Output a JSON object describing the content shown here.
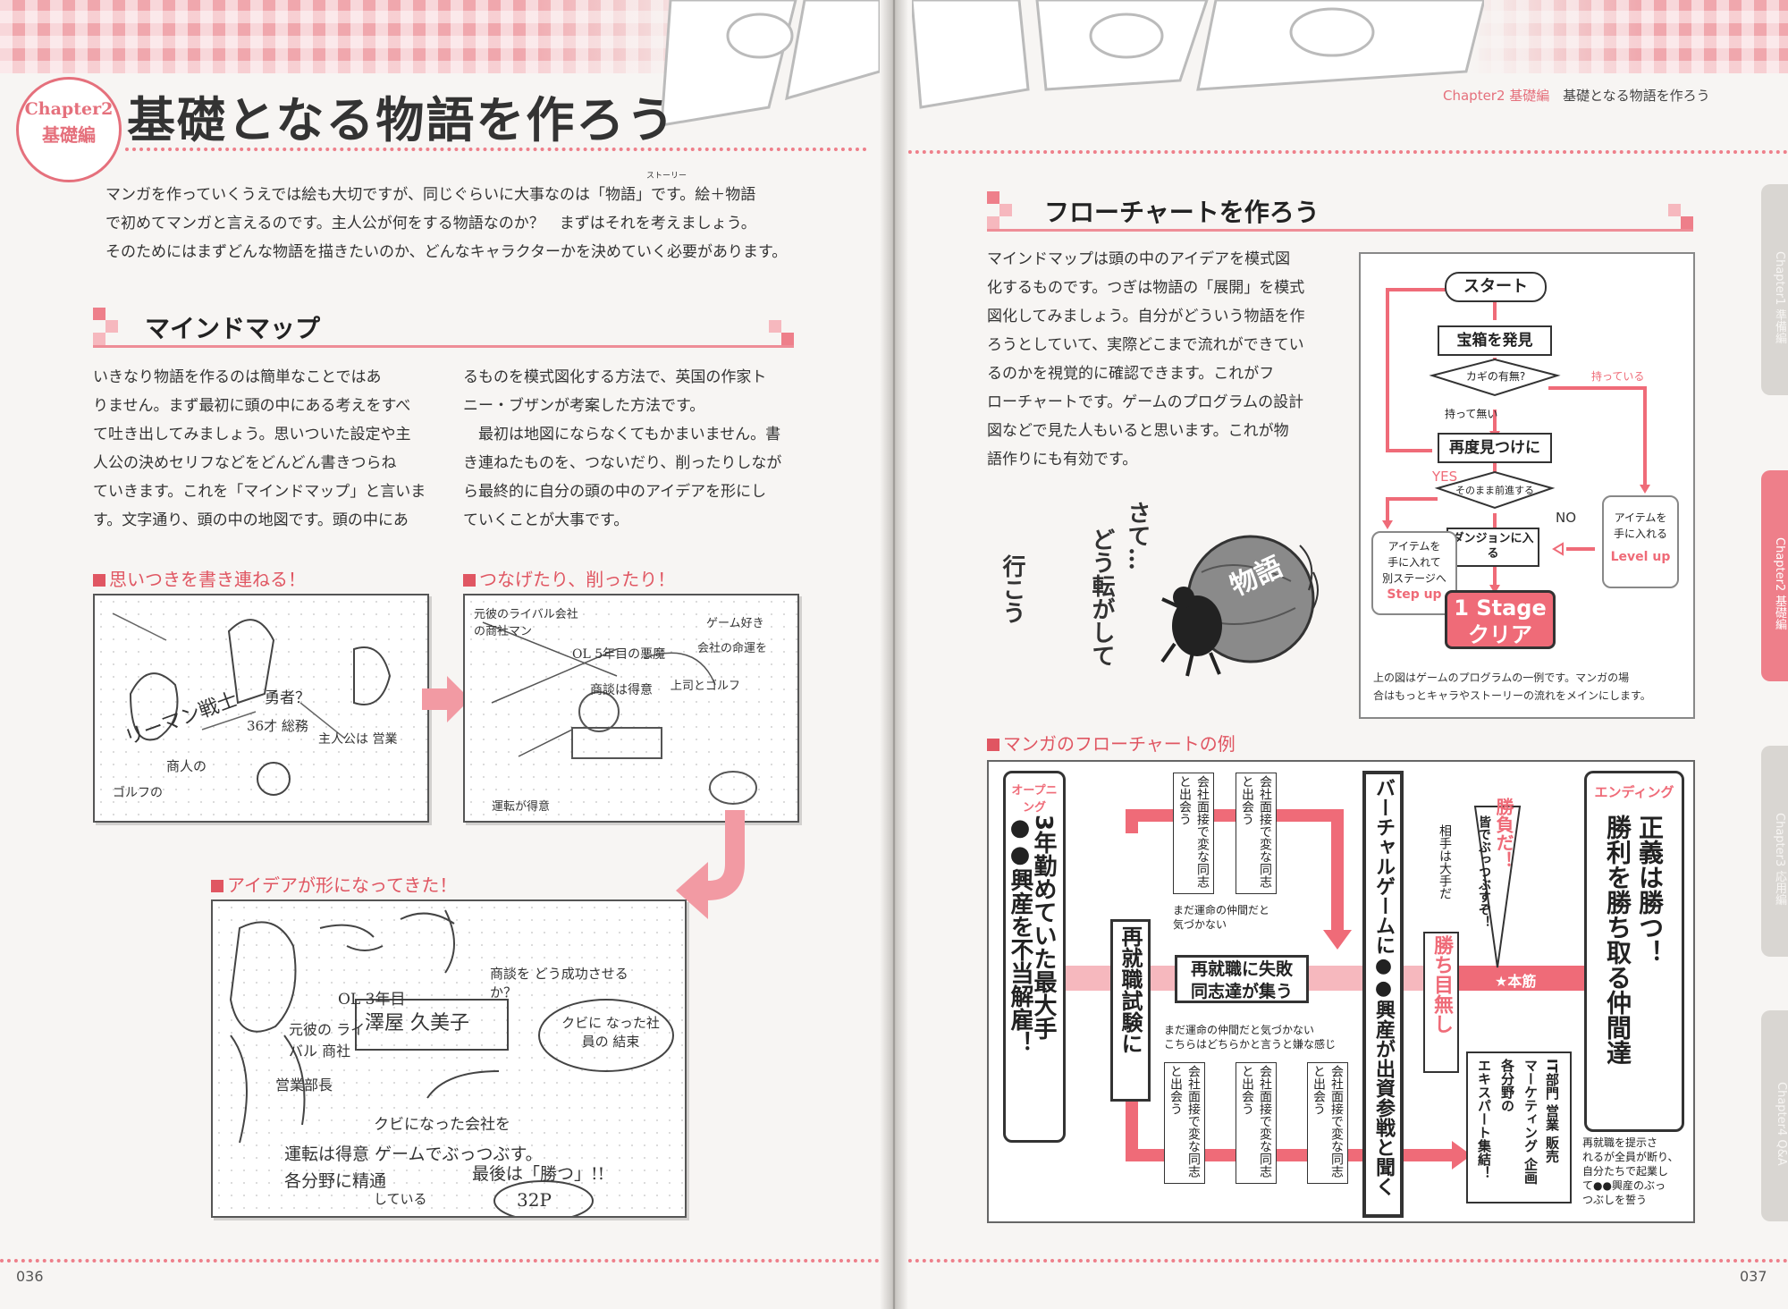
{
  "left": {
    "chapter_badge": {
      "line1": "Chapter2",
      "line2": "基礎編"
    },
    "title": "基礎となる物語を作ろう",
    "intro": [
      "マンガを作っていくうえでは絵も大切ですが、同じぐらいに大事なのは「物語」です。絵＋物語",
      "で初めてマンガと言えるのです。主人公が何をする物語なのか？　まずはそれを考えましょう。",
      "そのためにはまずどんな物語を描きたいのか、どんなキャラクターかを決めていく必要があります。"
    ],
    "ruby_story": "ストーリー",
    "section_title": "マインドマップ",
    "col1": [
      "いきなり物語を作るのは簡単なことではあ",
      "りません。まず最初に頭の中にある考えをすべ",
      "て吐き出してみましょう。思いついた設定や主",
      "人公の決めセリフなどをどんどん書きつらね",
      "ていきます。これを「マインドマップ」と言いま",
      "す。文字通り、頭の中の地図です。頭の中にあ"
    ],
    "col2": [
      "るものを模式図化する方法で、英国の作家ト",
      "ニー・ブザンが考案した方法です。",
      "　最初は地図にならなくてもかまいません。書",
      "き連ねたものを、つないだり、削ったりしなが",
      "ら最終的に自分の頭の中のアイデアを形にし",
      "ていくことが大事です。"
    ],
    "sub1": "思いつきを書き連ねる！",
    "sub2": "つなげたり、削ったり！",
    "sub3": "アイデアが形になってきた！",
    "sketch1": [
      "リーマン戦士",
      "勇者？",
      "36才 総務",
      "商人の",
      "主人公は 営業",
      "ゴルフの"
    ],
    "sketch2": [
      "元彼のライバル会社の商社マン",
      "OL 5年目の悪魔",
      "商談は得意",
      "ゲーム好き",
      "会社の命運を",
      "上司とゴルフ",
      "運転が得意"
    ],
    "sketch3": [
      "OL 3年目",
      "商談を どう成功させるか？",
      "元彼の ライバル 商社",
      "澤屋 久美子",
      "クビに なった社員の 結束",
      "営業部長",
      "クビになった会社を",
      "運転は得意 ゲームでぶっつぶす。",
      "各分野に精通",
      "最後は「勝つ」!!",
      "している",
      "32P"
    ],
    "page_number": "036"
  },
  "right": {
    "header_chapter": "Chapter2 基礎編",
    "header_title": "基礎となる物語を作ろう",
    "section_title": "フローチャートを作ろう",
    "para": [
      "マインドマップは頭の中のアイデアを模式図",
      "化するものです。つぎは物語の「展開」を模式",
      "図化してみましょう。自分がどういう物語を作",
      "ろうとしていて、実際どこまで流れができてい",
      "るのかを視覚的に確認できます。これがフ",
      "ローチャートです。ゲームのプログラムの設計",
      "図などで見た人もいると思います。これが物",
      "語作りにも有効です。"
    ],
    "illust_text": [
      "さて…",
      "どう転がして",
      "行こう"
    ],
    "ball_text": "物語",
    "game_flow": {
      "start": "スタート",
      "treasure": "宝箱を発見",
      "key": "カギの有無?",
      "have": "持っている",
      "nothave": "持って無い",
      "search": "再度見つけに",
      "proceed": "そのまま前進する",
      "yes": "YES",
      "no": "NO",
      "dungeon": "ダンジョンに入る",
      "item_left": [
        "アイテムを",
        "手に入れて",
        "別ステージへ"
      ],
      "step_up": "Step up",
      "item_right": [
        "アイテムを",
        "手に入れる"
      ],
      "level_up": "Level up",
      "stage_clear": [
        "1 Stage",
        "クリア"
      ],
      "caption": [
        "上の図はゲームのプログラムの一例です。マンガの場",
        "合はもっとキャラやストーリーの流れをメインにします。"
      ]
    },
    "sub": "マンガのフローチャートの例",
    "manga_flow": {
      "opening": "オープニング",
      "opening_text": [
        "3年勤めていた最大手",
        "●●興産を不当解雇！"
      ],
      "meet1": "会社面接で変な同志と出会う",
      "meet2": "会社面接で変な同志と出会う",
      "note_top": [
        "まだ運命の仲間だと",
        "気づかない"
      ],
      "retry": "再就職試験に",
      "fail": [
        "再就職に失敗",
        "同志達が集う"
      ],
      "note_mid": [
        "まだ運命の仲間だと気づかない",
        "こちらはどちらかと言うと嫌な感じ"
      ],
      "meet_b1": "会社面接で変な同志と出会う",
      "meet_b2": "会社面接で変な同志と出会う",
      "meet_b3": "会社面接で変な同志と出会う",
      "virtual": "バーチャルゲームに●●興産が出資参戦と聞く",
      "rival": "相手は大手だ",
      "no_chance": "勝ち目無し",
      "win": "勝負だ！",
      "crush": "皆でぶっつぶすぞ！",
      "main_line": "★本筋",
      "experts": [
        "IT部門 営業 販売",
        "マーケティング 企画",
        "各分野の",
        "エキスパート集結！"
      ],
      "ending": "エンディング",
      "ending_text": [
        "正義は勝つ！",
        "勝利を勝ち取る仲間達"
      ],
      "ending_note": [
        "再就職を提示さ",
        "れるが全員が断り、",
        "自分たちで起業し",
        "て●●興産のぶっ",
        "つぶしを誓う"
      ]
    },
    "tabs": [
      "Chapter1 準備編",
      "Chapter2 基礎編",
      "Chapter3 応用編",
      "Chapter4 Q&A"
    ],
    "page_number": "037"
  },
  "colors": {
    "accent": "#e5707c",
    "accent_dark": "#e05662",
    "flow_red": "#ef6b78",
    "pink_light": "#f6b8be"
  }
}
